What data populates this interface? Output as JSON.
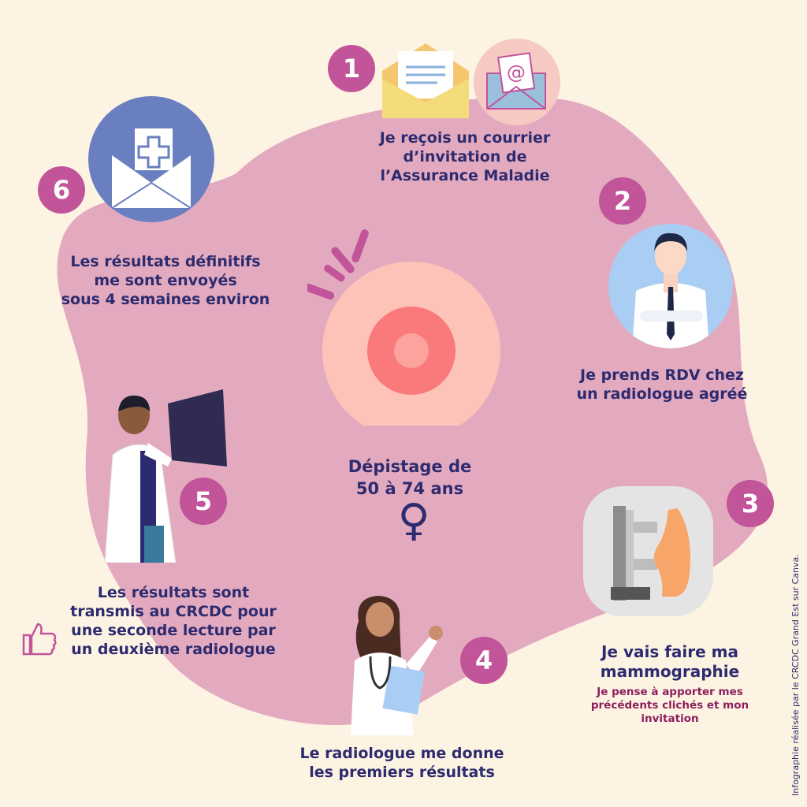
{
  "center": {
    "title": "Dépistage de\n50 à 74 ans",
    "symbol": "♀"
  },
  "steps": [
    {
      "number": "1",
      "text": "Je reçois un courrier\nd’invitation de\nl’Assurance Maladie"
    },
    {
      "number": "2",
      "text": "Je prends RDV chez\nun radiologue agréé"
    },
    {
      "number": "3",
      "text": "Je vais faire ma\nmammographie",
      "note": "Je pense à apporter mes\nprécédents clichés et mon\ninvitation"
    },
    {
      "number": "4",
      "text": "Le radiologue me donne\nles premiers résultats"
    },
    {
      "number": "5",
      "text": "Les résultats sont\ntransmis au CRCDC pour\nune seconde lecture par\nun deuxième radiologue"
    },
    {
      "number": "6",
      "text": "Les résultats définitifs\nme sont envoyés\nsous 4 semaines environ"
    }
  ],
  "credit": "Infographie réalisée par le CRCDC Grand Est sur Canva.",
  "colors": {
    "background": "#fdf3e3",
    "blob": "#e3aabf",
    "badge": "#c2549a",
    "text": "#2d2b6f",
    "note": "#8c1f5c"
  }
}
